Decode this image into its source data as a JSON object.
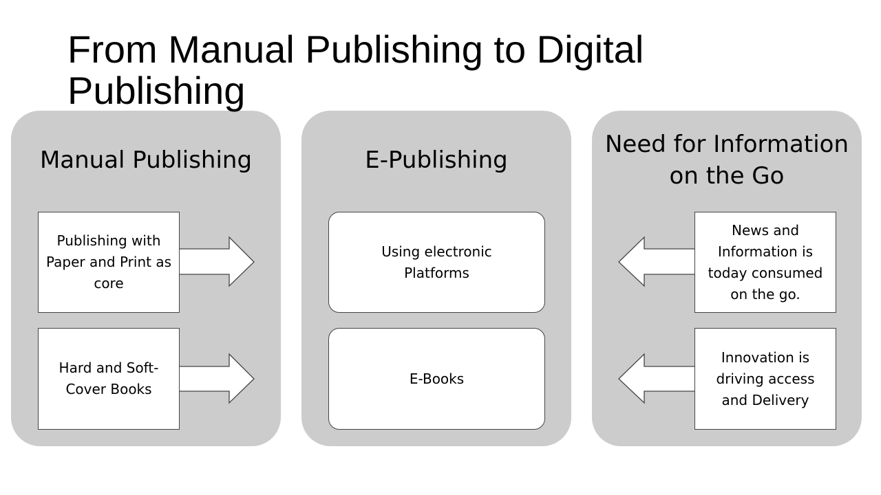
{
  "title": "From Manual Publishing to Digital Publishing",
  "columns": [
    {
      "heading": "Manual Publishing",
      "items": [
        "Publishing with Paper and Print as core",
        "Hard and Soft-Cover Books"
      ]
    },
    {
      "heading": "E-Publishing",
      "items": [
        "Using electronic Platforms",
        "E-Books"
      ]
    },
    {
      "heading": "Need for Information on the Go",
      "items": [
        "News and Information is today consumed on the go.",
        "Innovation is driving access and Delivery"
      ]
    }
  ]
}
